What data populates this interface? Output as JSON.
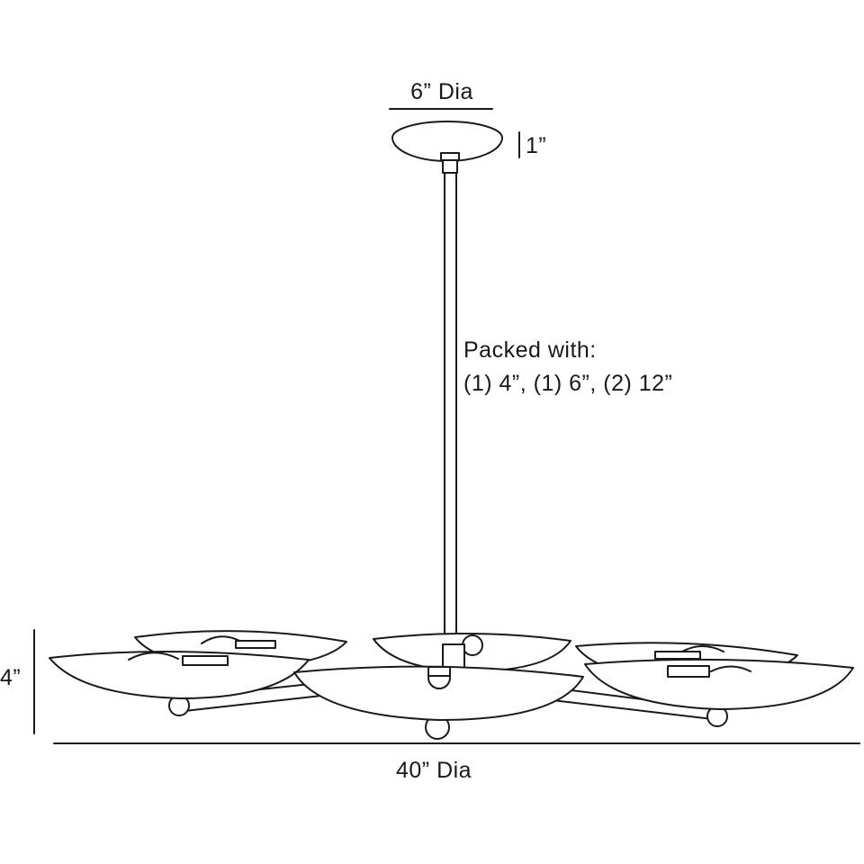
{
  "dimensions": {
    "canopy_diameter": "6” Dia",
    "canopy_height": "1”",
    "fixture_height": "4”",
    "fixture_diameter": "40” Dia"
  },
  "packing_note": {
    "title": "Packed with:",
    "items": "(1) 4”, (1) 6”, (2) 12”"
  },
  "colors": {
    "line": "#1a1a1a",
    "fill": "#ffffff"
  }
}
